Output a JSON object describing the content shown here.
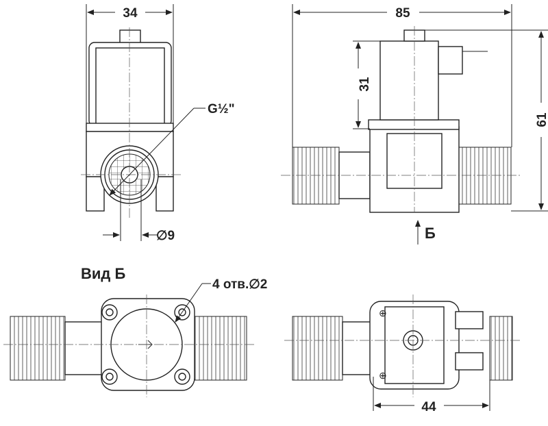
{
  "dimensions": {
    "front_width": "34",
    "outlet_diameter": "∅9",
    "thread": "G½\"",
    "total_length": "85",
    "coil_height": "31",
    "total_height": "61",
    "mount_spacing": "44",
    "holes": "4 отв.∅2"
  },
  "views": {
    "view_arrow": "Б",
    "view_b_title": "Вид Б"
  }
}
